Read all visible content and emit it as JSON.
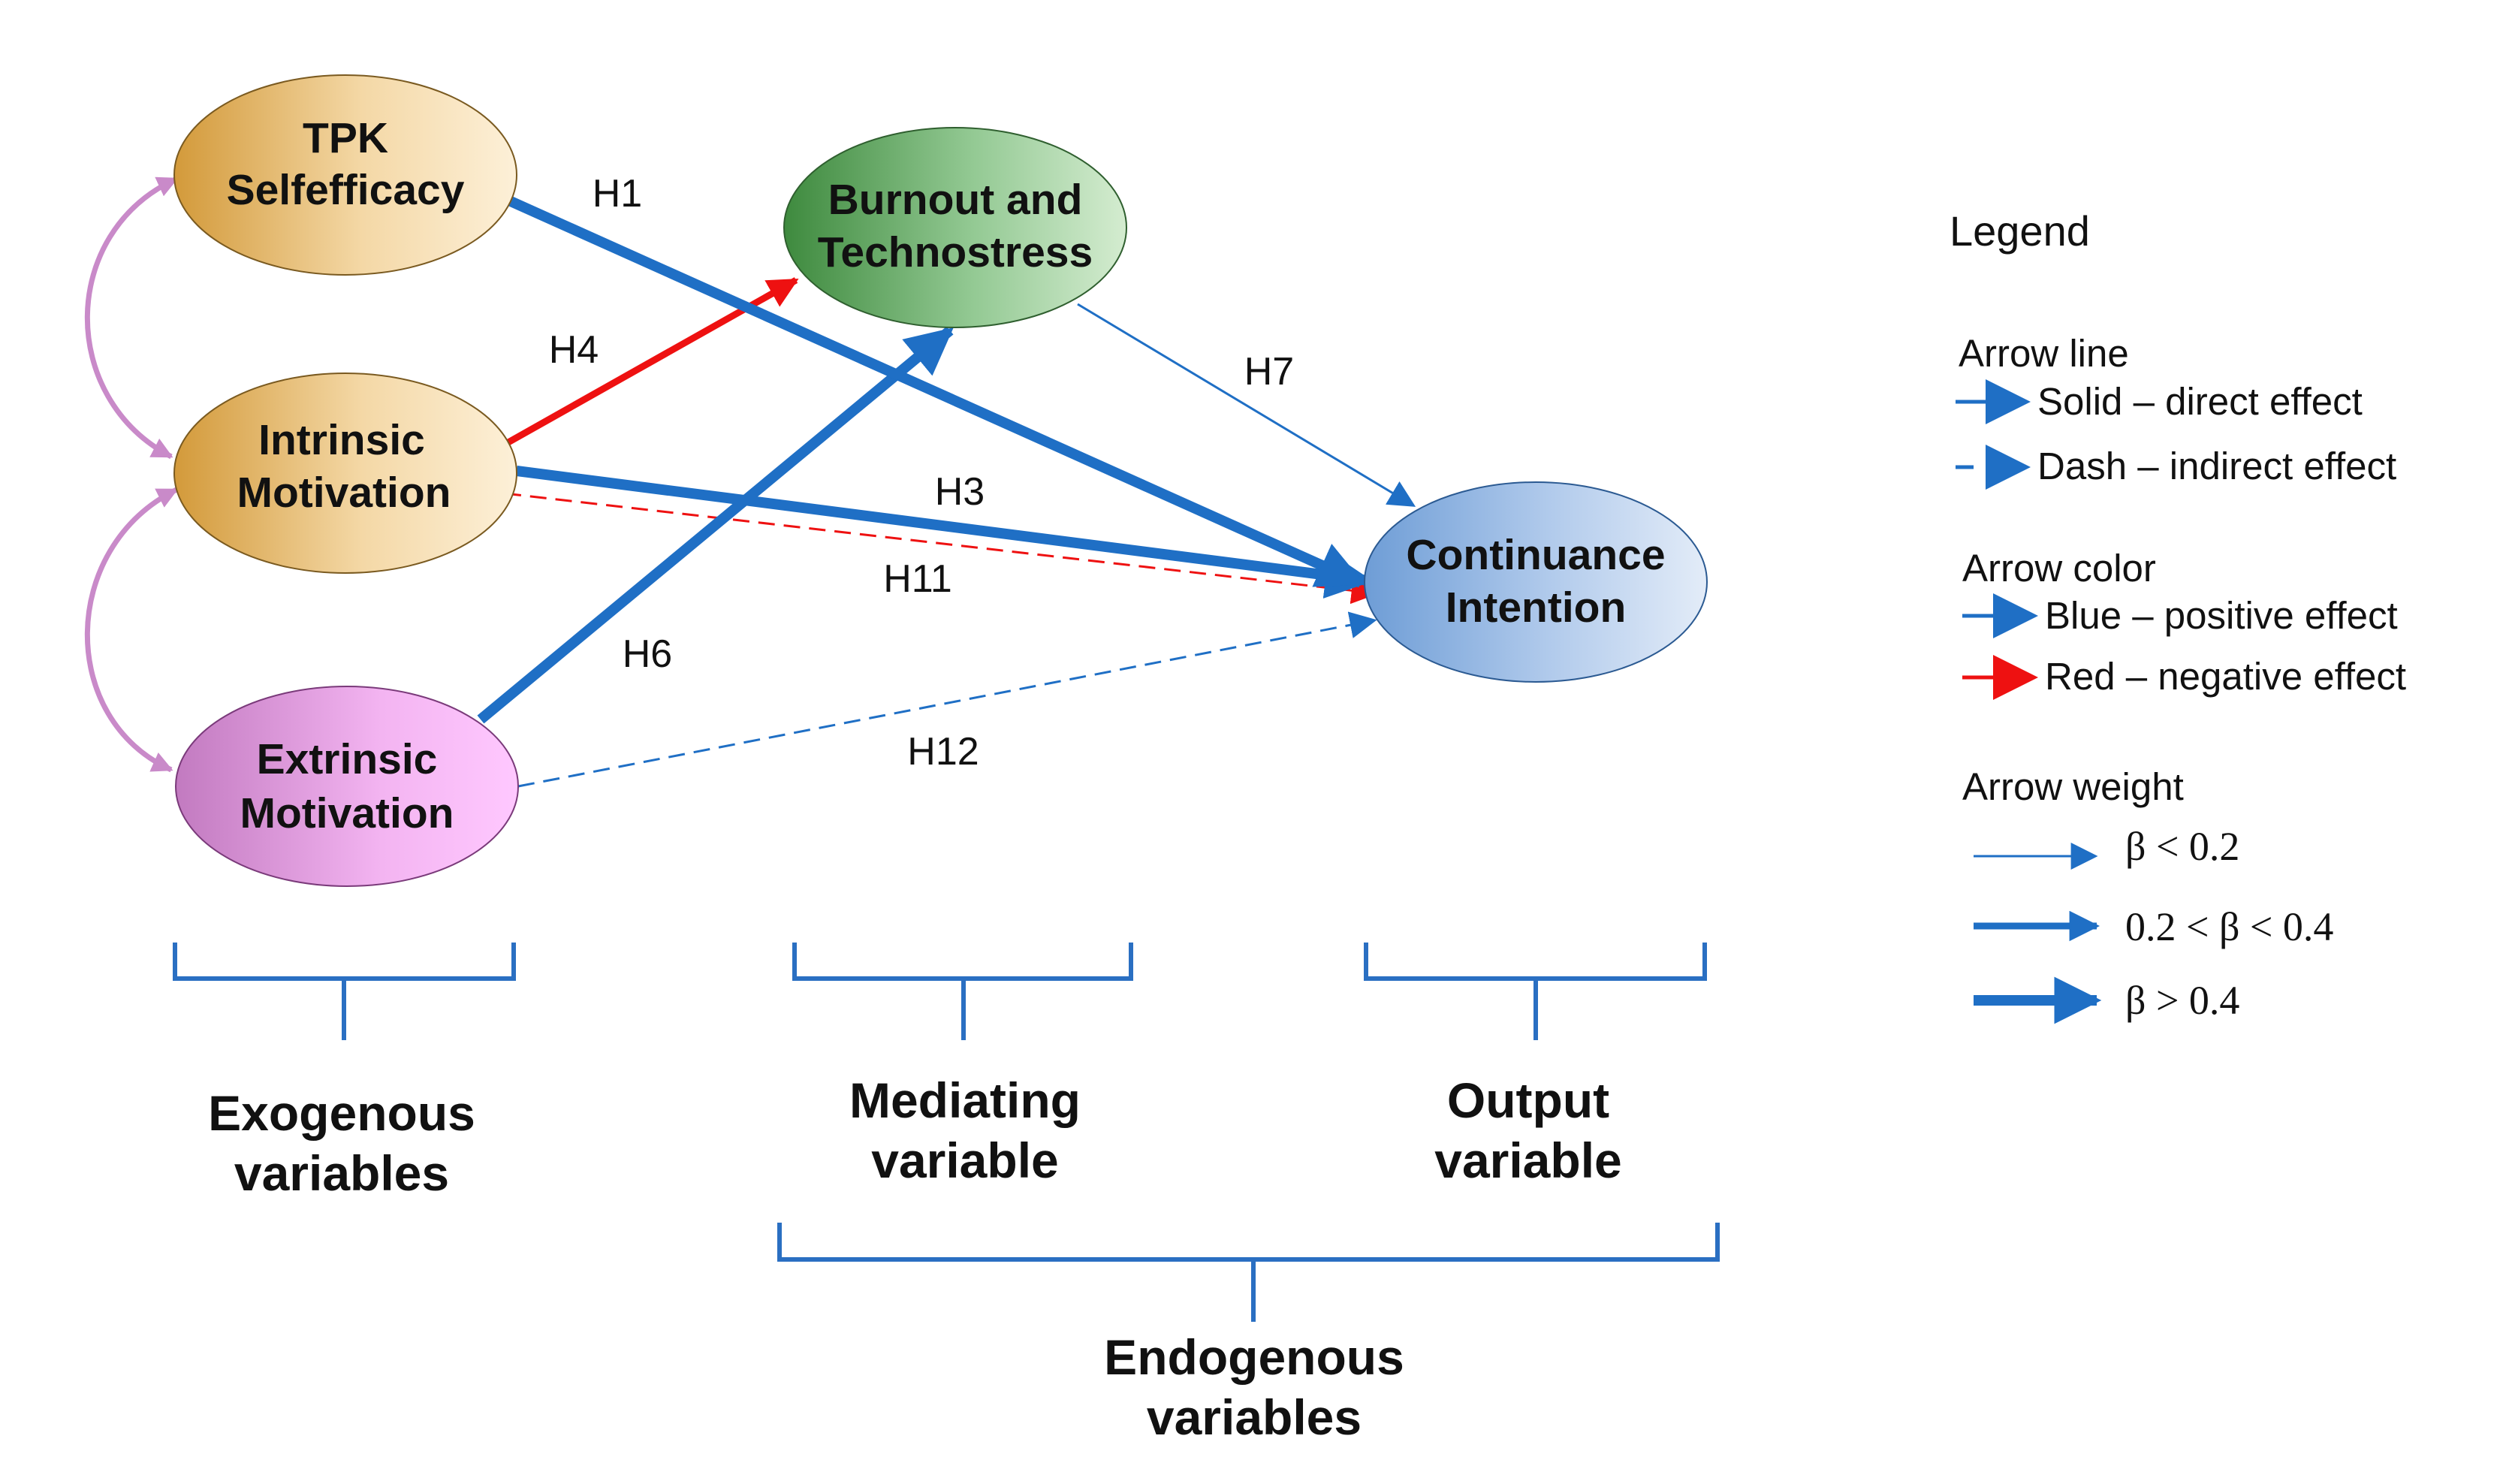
{
  "colors": {
    "blue": "#1f6fc5",
    "red": "#ee1111",
    "pink": "#c98ac9",
    "brace": "#2a6fc2"
  },
  "nodes": {
    "tpk": {
      "line1": "TPK",
      "line2": "Selfefficacy"
    },
    "intrinsic": {
      "line1": "Intrinsic",
      "line2": "Motivation"
    },
    "extrinsic": {
      "line1": "Extrinsic",
      "line2": "Motivation"
    },
    "burnout": {
      "line1": "Burnout and",
      "line2": "Technostress"
    },
    "continuance": {
      "line1": "Continuance",
      "line2": "Intention"
    }
  },
  "paths": [
    {
      "id": "H1",
      "label": "H1",
      "from": "TPK Selfefficacy",
      "to": "Continuance Intention",
      "color": "blue",
      "style": "solid",
      "weight": "beta > 0.4"
    },
    {
      "id": "H3",
      "label": "H3",
      "from": "Intrinsic Motivation",
      "to": "Continuance Intention",
      "color": "blue",
      "style": "solid",
      "weight": "beta > 0.4"
    },
    {
      "id": "H4",
      "label": "H4",
      "from": "Intrinsic Motivation",
      "to": "Burnout and Technostress",
      "color": "red",
      "style": "solid",
      "weight": "0.2 < beta < 0.4"
    },
    {
      "id": "H6",
      "label": "H6",
      "from": "Extrinsic Motivation",
      "to": "Burnout and Technostress",
      "color": "blue",
      "style": "solid",
      "weight": "beta > 0.4"
    },
    {
      "id": "H7",
      "label": "H7",
      "from": "Burnout and Technostress",
      "to": "Continuance Intention",
      "color": "blue",
      "style": "solid",
      "weight": "beta < 0.2"
    },
    {
      "id": "H11",
      "label": "H11",
      "from": "Intrinsic Motivation",
      "to": "Continuance Intention",
      "color": "red",
      "style": "dash",
      "weight": "beta < 0.2"
    },
    {
      "id": "H12",
      "label": "H12",
      "from": "Extrinsic Motivation",
      "to": "Continuance Intention",
      "color": "blue",
      "style": "dash",
      "weight": "beta < 0.2"
    }
  ],
  "groups": {
    "exogenous": {
      "line1": "Exogenous",
      "line2": "variables"
    },
    "mediating": {
      "line1": "Mediating",
      "line2": "variable"
    },
    "output": {
      "line1": "Output",
      "line2": "variable"
    },
    "endogenous": {
      "line1": "Endogenous",
      "line2": "variables"
    }
  },
  "legend": {
    "title": "Legend",
    "arrow_line": {
      "heading": "Arrow line",
      "solid": "Solid – direct effect",
      "dash": "Dash – indirect effect"
    },
    "arrow_color": {
      "heading": "Arrow color",
      "blue": "Blue – positive effect",
      "red": "Red – negative effect"
    },
    "arrow_weight": {
      "heading": "Arrow weight",
      "low": "β < 0.2",
      "mid": "0.2 < β < 0.4",
      "high": "β > 0.4"
    }
  }
}
